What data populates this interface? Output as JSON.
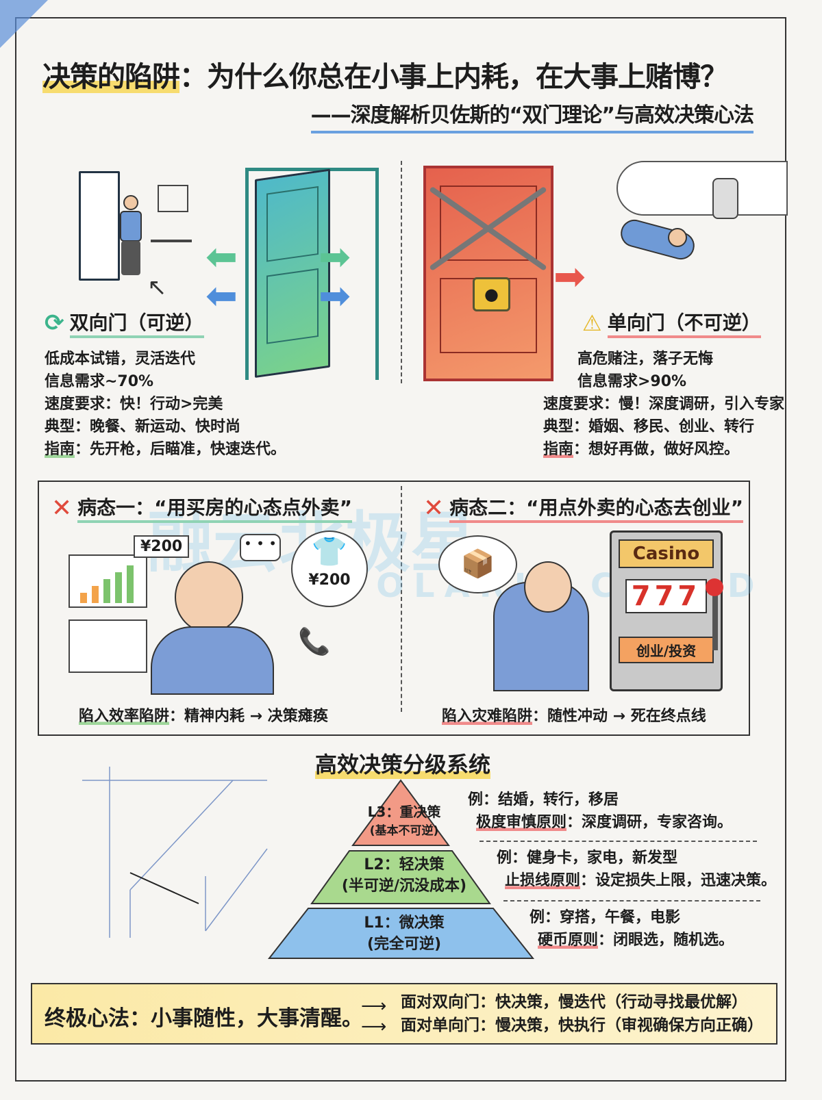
{
  "title": {
    "highlight": "决策的陷阱",
    "rest": "：为什么你总在小事上内耗，在大事上赌博？"
  },
  "subtitle": "——深度解析贝佐斯的“双门理论”与高效决策心法",
  "two_way": {
    "icon": "refresh-icon",
    "heading": "双向门（可逆）",
    "color": "#3cb48c",
    "lines": [
      "低成本试错，灵活迭代",
      "信息需求~70%",
      "速度要求：快！行动>完美",
      "典型：晚餐、新运动、快时尚"
    ],
    "guide_label": "指南",
    "guide_parts": [
      "先开枪",
      "后瞄准",
      "快速迭代"
    ],
    "guide_text": "：先开枪，后瞄准，快速迭代。"
  },
  "one_way": {
    "icon": "warning-icon",
    "heading": "单向门（不可逆）",
    "color": "#e85b4a",
    "lines": [
      "高危赌注，落子无悔",
      "信息需求>90%",
      "速度要求：慢！深度调研，引入专家",
      "典型：婚姻、移民、创业、转行"
    ],
    "guide_label": "指南",
    "guide_text": "：想好再做，做好风控。"
  },
  "pathology": {
    "left": {
      "icon": "cross-icon",
      "heading": "病态一：“用买房的心态点外卖”",
      "price_tag": "¥200",
      "shirt_price": "¥200",
      "trap_label": "陷入效率陷阱",
      "trap_text": "：精神内耗 → 决策瘫痪"
    },
    "right": {
      "icon": "cross-icon",
      "heading": "病态二：“用点外卖的心态去创业”",
      "casino_sign": "Casino",
      "reels": "777",
      "machine_label": "创业/投资",
      "trap_label": "陷入灾难陷阱",
      "trap_text": "：随性冲动 → 死在终点线"
    }
  },
  "watermark": {
    "cn": "融云北极星",
    "en": "POLARIS CLOUD"
  },
  "pyramid": {
    "title": "高效决策分级系统",
    "levels": [
      {
        "name": "L3：重决策",
        "note": "(基本不可逆)",
        "color": "#f29a86",
        "example": "例：结婚，转行，移居",
        "principle": "极度审慎原则",
        "principle_text": "：深度调研，专家咨询。"
      },
      {
        "name": "L2：轻决策",
        "note": "(半可逆/沉没成本)",
        "color": "#a9d98e",
        "example": "例：健身卡，家电，新发型",
        "principle": "止损线原则",
        "principle_text": "：设定损失上限，迅速决策。"
      },
      {
        "name": "L1：微决策",
        "note": "(完全可逆)",
        "color": "#8ec1ec",
        "example": "例：穿搭，午餐，电影",
        "principle": "硬币原则",
        "principle_text": "：闭眼选，随机选。"
      }
    ]
  },
  "final": {
    "motto": "终极心法：小事随性，大事清醒。",
    "items": [
      "面对双向门：快决策，慢迭代（行动寻找最优解）",
      "面对单向门：慢决策，快执行（审视确保方向正确）"
    ]
  }
}
